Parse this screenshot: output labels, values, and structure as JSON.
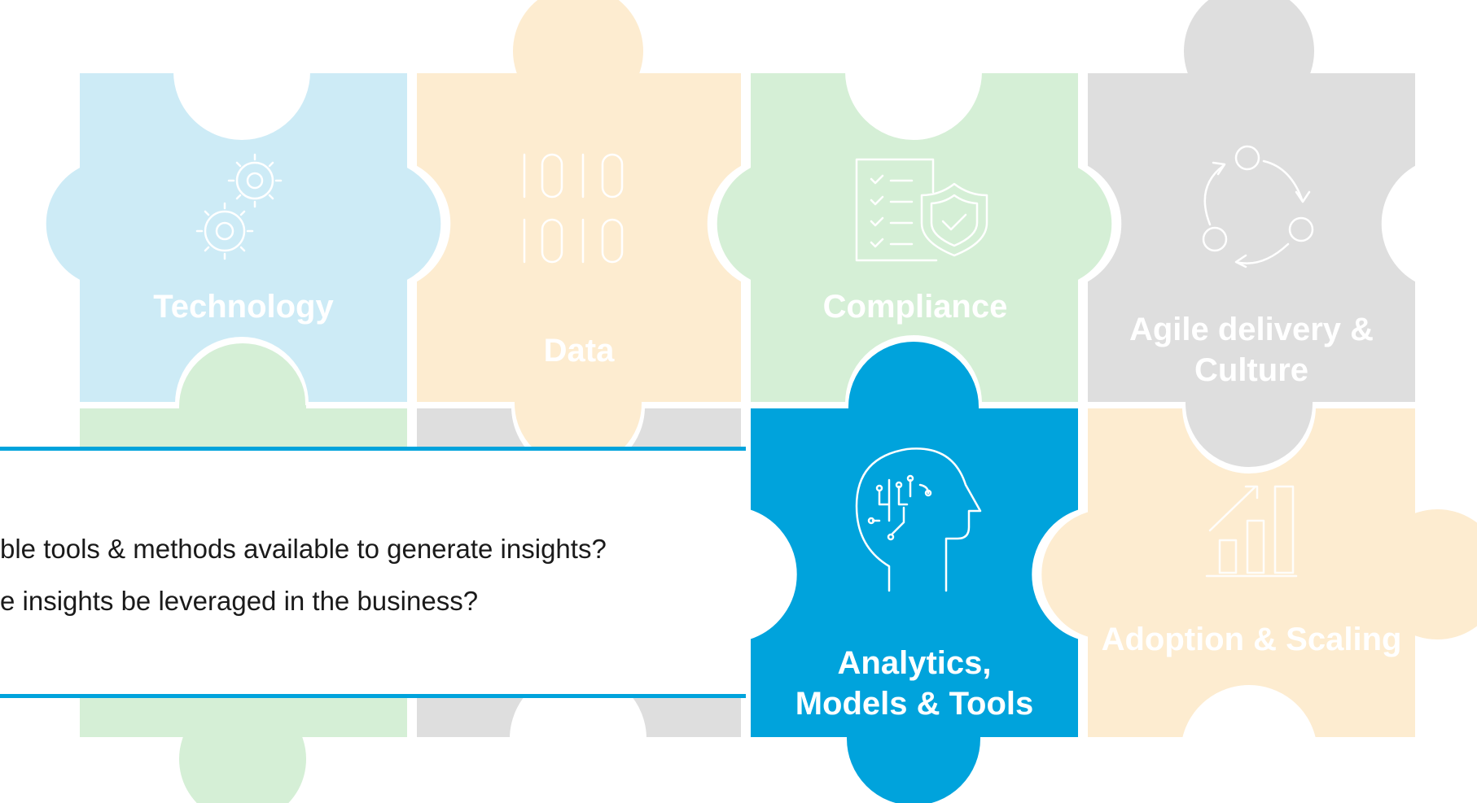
{
  "pieces": [
    {
      "id": "technology",
      "lines": [
        "Technology"
      ],
      "color": "#cdebf6"
    },
    {
      "id": "data",
      "lines": [
        "Data"
      ],
      "color": "#fdecd0"
    },
    {
      "id": "compliance",
      "lines": [
        "Compliance"
      ],
      "color": "#d5efd6"
    },
    {
      "id": "agile",
      "lines": [
        "Agile delivery &",
        "Culture"
      ],
      "color": "#dedede"
    },
    {
      "id": "analytics",
      "lines": [
        "Analytics,",
        "Models & Tools"
      ],
      "color": "#00a3dc",
      "active": true
    },
    {
      "id": "adoption",
      "lines": [
        "Adoption & Scaling"
      ],
      "color": "#fdecd0"
    }
  ],
  "hidden_row": {
    "colors": [
      "#d5efd6",
      "#dedede"
    ]
  },
  "callout": {
    "line1": "ble tools & methods available to generate insights?",
    "line2": "e insights be leveraged in the business?",
    "accent": "#00a3dc"
  },
  "icons": [
    "gears-icon",
    "binary-icon",
    "checklist-shield-icon",
    "cycle-icon",
    "brain-head-icon",
    "bar-chart-icon"
  ]
}
